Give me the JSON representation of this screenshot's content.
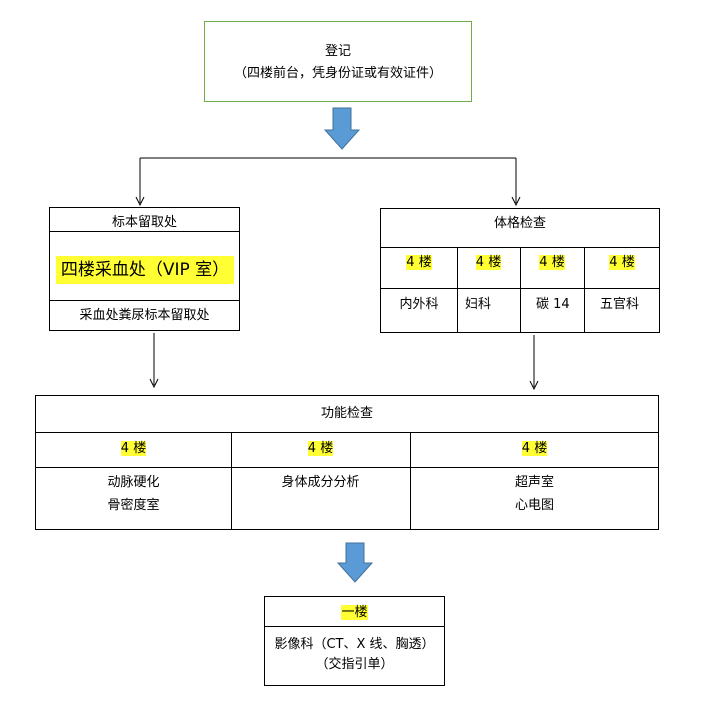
{
  "registration": {
    "title": "登记",
    "subtitle": "（四楼前台，凭身份证或有效证件）"
  },
  "sample": {
    "title": "标本留取处",
    "highlight": "四楼采血处（VIP 室）",
    "note": "采血处粪尿标本留取处"
  },
  "physical": {
    "title": "体格检查",
    "floors": [
      "4 楼",
      "4 楼",
      "4 楼",
      "4 楼"
    ],
    "items": [
      "内外科",
      "妇科",
      "碳 14",
      "五官科"
    ]
  },
  "functional": {
    "title": "功能检查",
    "floors": [
      "4 楼",
      "4 楼",
      "4 楼"
    ],
    "items": [
      [
        "动脉硬化",
        "骨密度室"
      ],
      [
        "身体成分分析"
      ],
      [
        "超声室",
        "心电图"
      ]
    ]
  },
  "imaging": {
    "floor": "一楼",
    "line1": "影像科（CT、X 线、胸透）",
    "line2": "（交指引单）"
  },
  "colors": {
    "arrow": "#5b9bd5",
    "arrow_border": "#41719c",
    "reg_border": "#70ad47",
    "highlight": "#ffff33"
  }
}
